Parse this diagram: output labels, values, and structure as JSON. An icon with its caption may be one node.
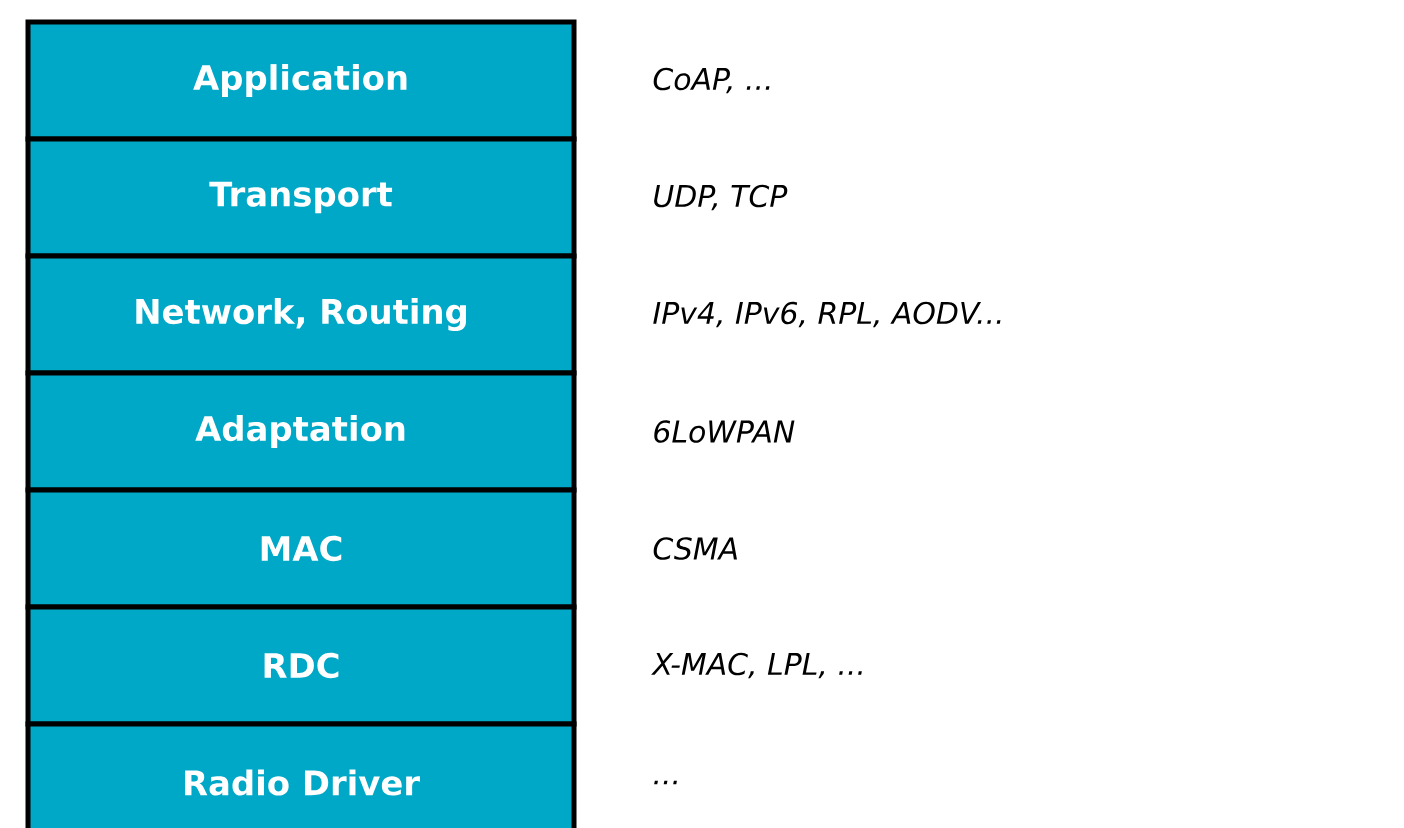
{
  "diagram": {
    "nodes": [
      {
        "text": [
          "Application"
        ],
        "beside": [
          "CoAP, ..."
        ]
      },
      {
        "text": [
          "Transport"
        ],
        "beside": [
          "UDP, TCP"
        ]
      },
      {
        "text": [
          "Network, Routing"
        ],
        "beside": [
          "IPv4, IPv6, RPL, AODV..."
        ]
      },
      {
        "text": [
          "Adaptation"
        ],
        "beside": [
          "6LoWPAN"
        ]
      },
      {
        "text": [
          "MAC"
        ],
        "beside": [
          "CSMA"
        ]
      },
      {
        "text": [
          "RDC"
        ],
        "beside": [
          "X-MAC, LPL, ..."
        ]
      },
      {
        "text": [
          "Radio Driver"
        ],
        "beside": [
          "..."
        ]
      }
    ]
  }
}
